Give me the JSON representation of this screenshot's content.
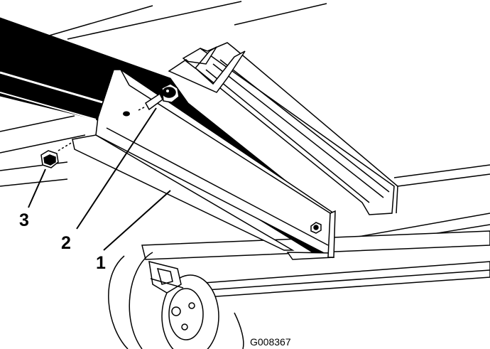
{
  "callouts": {
    "one": "1",
    "two": "2",
    "three": "3"
  },
  "figure_id": "G008367",
  "colors": {
    "line": "#000000",
    "fill": "#ffffff"
  }
}
